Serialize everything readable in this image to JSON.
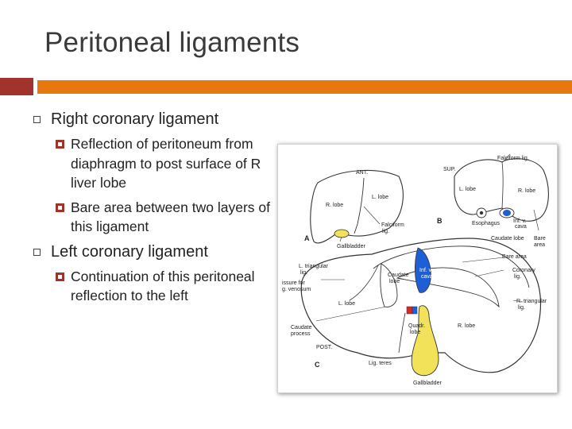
{
  "slide": {
    "title": "Peritoneal ligaments",
    "bullets": [
      {
        "text": "Right coronary ligament",
        "sub": [
          "Reflection of peritoneum from diaphragm to post surface of R liver lobe",
          "Bare area between two layers of this ligament"
        ]
      },
      {
        "text": "Left coronary ligament",
        "sub": [
          "Continuation of this peritoneal reflection to the left"
        ]
      }
    ],
    "colors": {
      "title_bar_orange": "#e8780e",
      "title_bar_red": "#a0342c",
      "figure_blue": "#1f5fd6",
      "figure_yellow": "#f2e25a"
    }
  },
  "figure": {
    "panels": {
      "a": "A",
      "b": "B",
      "c": "C"
    },
    "labels_a": {
      "ant": "ANT.",
      "r_lobe": "R. lobe",
      "l_lobe": "L. lobe",
      "falciform_1": "Falciform",
      "falciform_2": "lig.",
      "gallbladder": "Gallbladder"
    },
    "labels_b": {
      "sup": "SUP.",
      "falciform_lig": "Falciform lig.",
      "l_lobe": "L. lobe",
      "r_lobe": "R. lobe",
      "esophagus": "Esophagus",
      "inf_v_1": "Inf. v.",
      "inf_v_2": "cava",
      "caudate_lobe": "Caudate lobe",
      "bare_1": "Bare",
      "bare_2": "area"
    },
    "labels_c": {
      "l_triangular_1": "L. triangular",
      "l_triangular_2": "lig.",
      "fissure_1": "issure for",
      "fissure_2": "g. venosum",
      "l_lobe": "L. lobe",
      "caudate_lobe_1": "Caudate",
      "caudate_lobe_2": "lobe",
      "inf_v_1": "Inf. v.",
      "inf_v_2": "cava",
      "bare_area": "Bare area",
      "coronary_1": "Coronary",
      "coronary_2": "lig.",
      "r_triangular_1": "R. triangular",
      "r_triangular_2": "lig.",
      "caudate_process_1": "Caudate",
      "caudate_process_2": "process",
      "quadr_1": "Quadr.",
      "quadr_2": "lobe",
      "r_lobe": "R. lobe",
      "post": "POST.",
      "lig_teres": "Lig. teres",
      "gallbladder": "Gallbladder"
    }
  }
}
